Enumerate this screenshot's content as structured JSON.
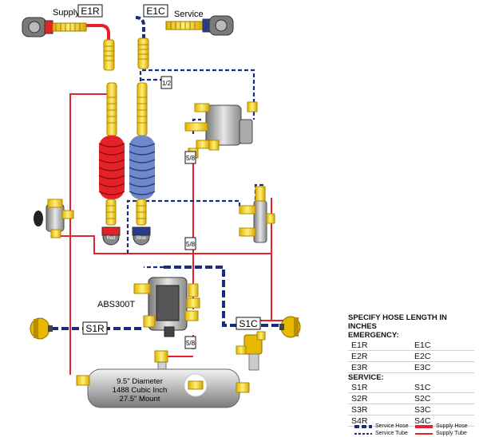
{
  "labels": {
    "supply": "Supply",
    "service": "Service",
    "e1r": "E1R",
    "e1c": "E1C",
    "half": "1/2",
    "five8_a": "5/8",
    "five8_b": "5/8",
    "five8_c": "5/8",
    "abs": "ABS300T",
    "s1r": "S1R",
    "s1c": "S1C",
    "red": "Red",
    "blue": "Blue",
    "tank_line1": "9.5\" Diameter",
    "tank_line2": "1488 Cubic Inch",
    "tank_line3": "27.5\" Mount"
  },
  "spec": {
    "title_line1": "SPECIFY HOSE LENGTH IN INCHES",
    "emergency": "EMERGENCY:",
    "service": "SERVICE:",
    "emergency_rows": [
      [
        "E1R",
        "E1C"
      ],
      [
        "E2R",
        "E2C"
      ],
      [
        "E3R",
        "E3C"
      ]
    ],
    "service_rows": [
      [
        "S1R",
        "S1C"
      ],
      [
        "S2R",
        "S2C"
      ],
      [
        "S3R",
        "S3C"
      ],
      [
        "S4R",
        "S4C"
      ]
    ]
  },
  "legend": {
    "service_hose": "Service Hose",
    "service_tube": "Service Tube",
    "supply_hose": "Supply Hose",
    "supply_tube": "Supply Tube"
  },
  "colors": {
    "supply": "#e8202a",
    "service": "#1c2b7a",
    "fitting": "#f6d21a",
    "coil_red": "#e32228",
    "coil_blue": "#6f88c8"
  }
}
